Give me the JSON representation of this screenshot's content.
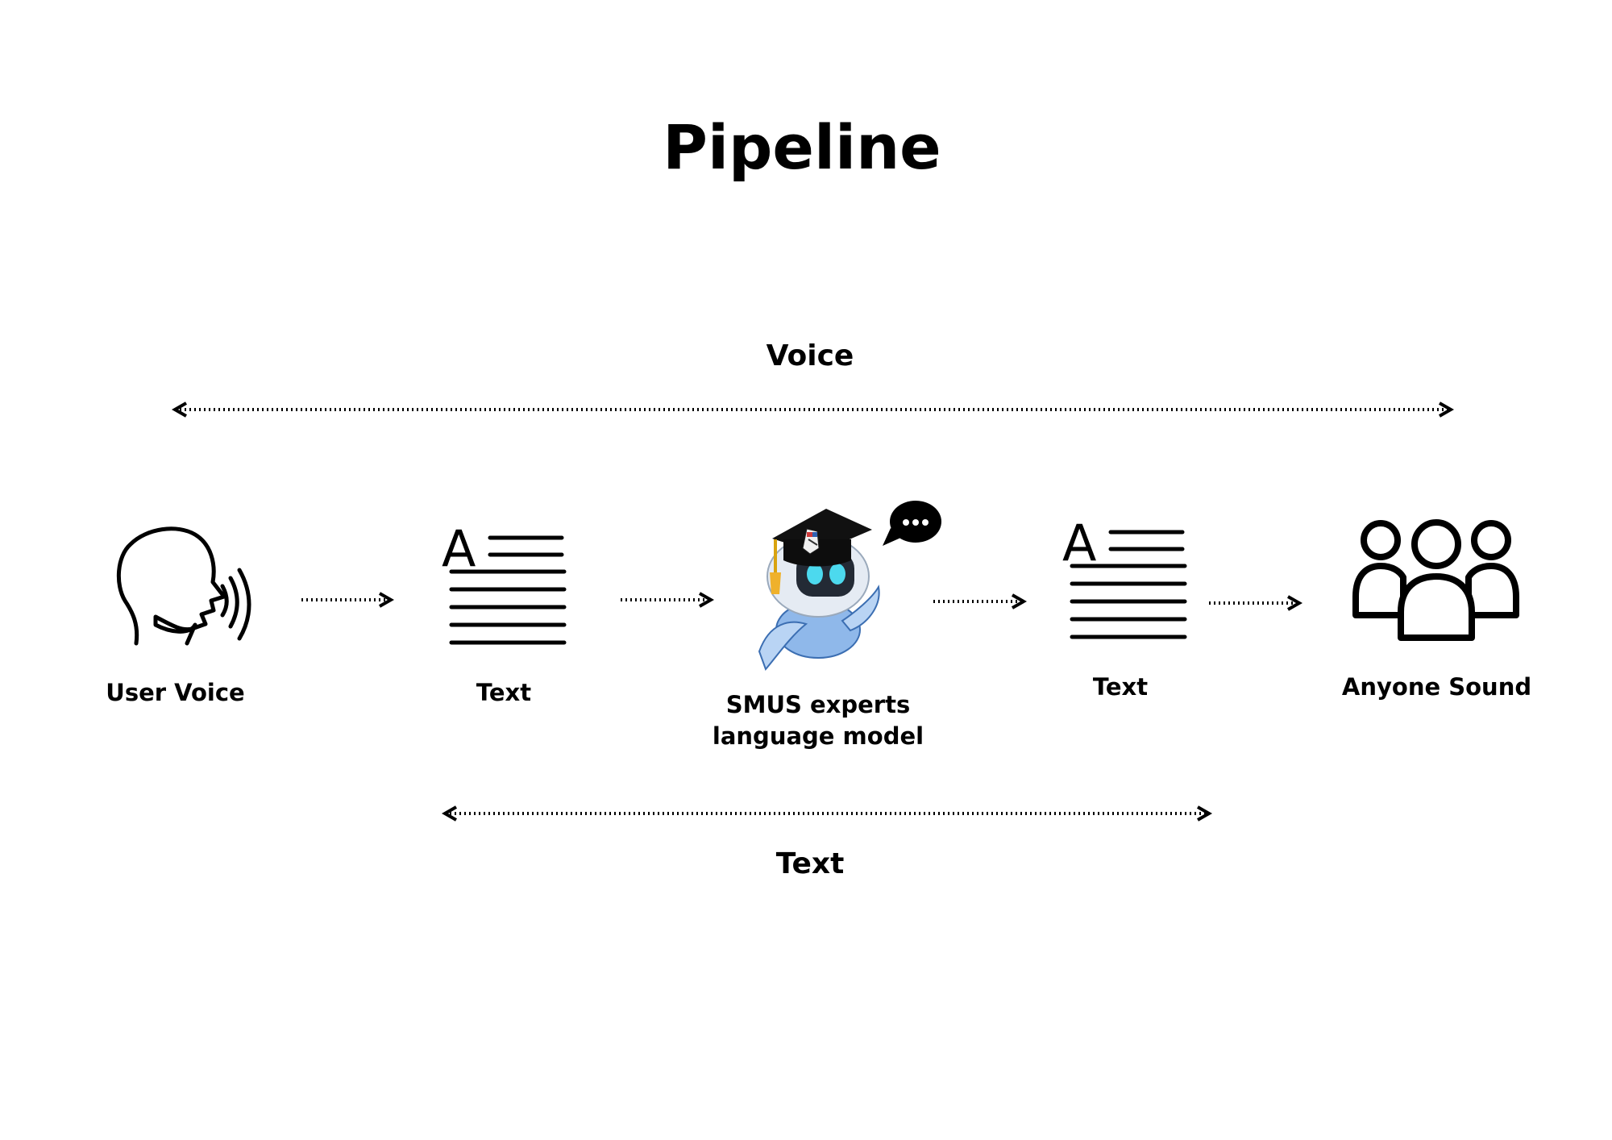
{
  "title": "Pipeline",
  "spans": {
    "top": "Voice",
    "bottom": "Text"
  },
  "steps": [
    {
      "label": "User Voice",
      "icon": "speaking-head-icon"
    },
    {
      "label": "Text",
      "icon": "text-document-icon"
    },
    {
      "label": "SMUS experts\nlanguage model",
      "icon": "graduate-robot-icon"
    },
    {
      "label": "Text",
      "icon": "text-document-icon"
    },
    {
      "label": "Anyone Sound",
      "icon": "people-group-icon"
    }
  ]
}
